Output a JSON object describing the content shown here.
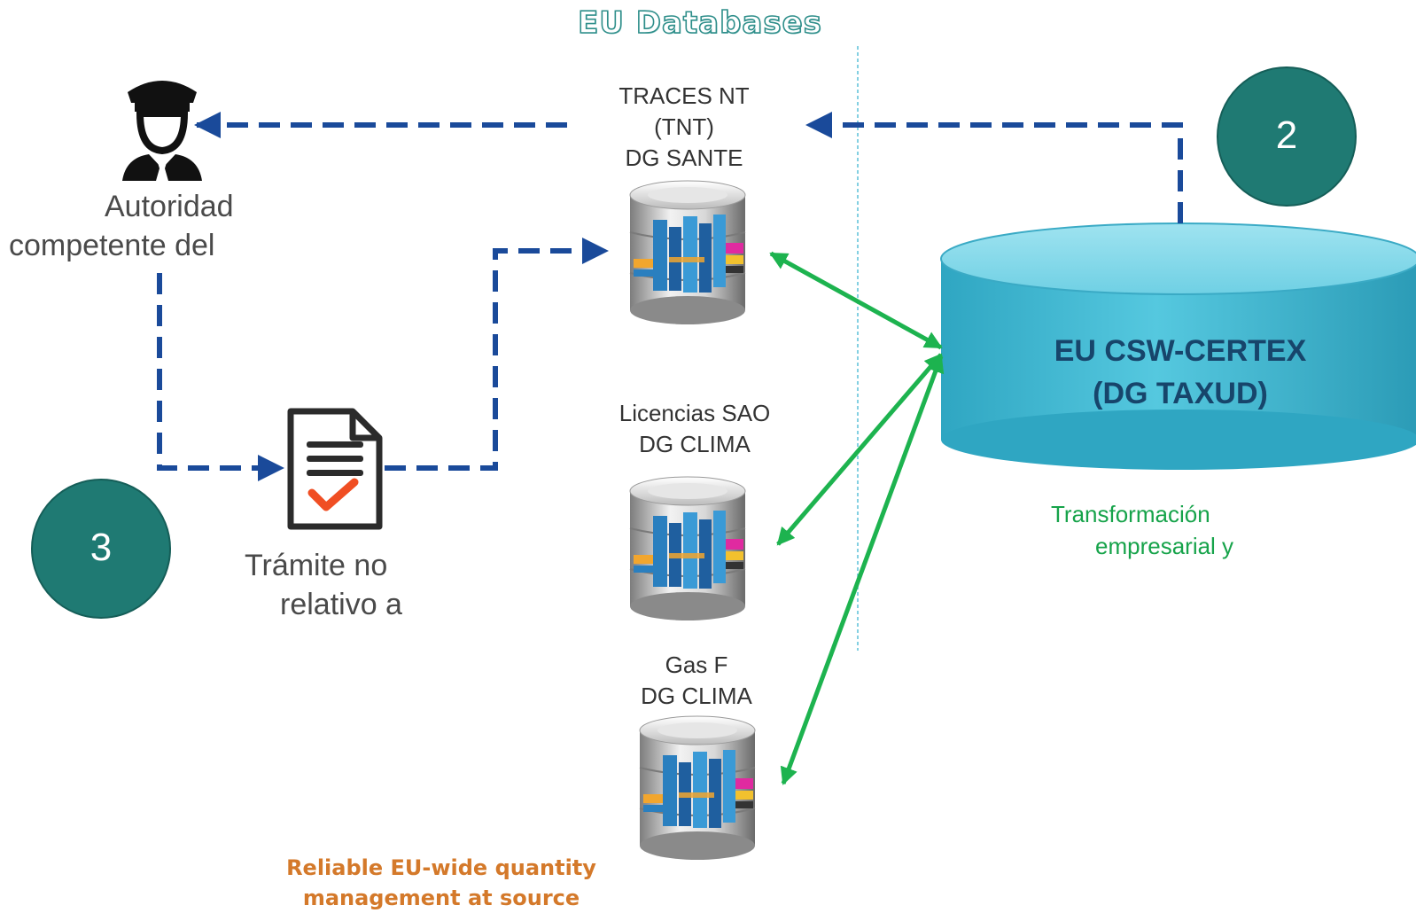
{
  "title": "EU Databases",
  "authority": {
    "line1": "Autoridad",
    "line2": "competente del",
    "icon": "customs-officer-icon"
  },
  "document": {
    "line1": "Trámite no",
    "line2": "relativo a",
    "icon": "document-check-icon"
  },
  "databases": [
    {
      "id": "traces",
      "lines": [
        "TRACES NT",
        "(TNT)",
        "DG SANTE"
      ]
    },
    {
      "id": "sao",
      "lines": [
        "Licencias SAO",
        "DG CLIMA"
      ]
    },
    {
      "id": "gasf",
      "lines": [
        "Gas F",
        "DG CLIMA"
      ]
    }
  ],
  "certex": {
    "line1": "EU CSW-CERTEX",
    "line2": "(DG TAXUD)"
  },
  "green_note": {
    "line1": "Transformación",
    "line2": "empresarial y"
  },
  "badges": {
    "two": "2",
    "three": "3"
  },
  "bottom_note": {
    "line1": "Reliable EU-wide quantity",
    "line2": "management at source"
  },
  "colors": {
    "dashed_arrow": "#1a4a9a",
    "green_arrow": "#1db34f",
    "badge_fill": "#1f7a73",
    "cylinder": "#4fc3dc",
    "divider": "#5bc0d8"
  }
}
